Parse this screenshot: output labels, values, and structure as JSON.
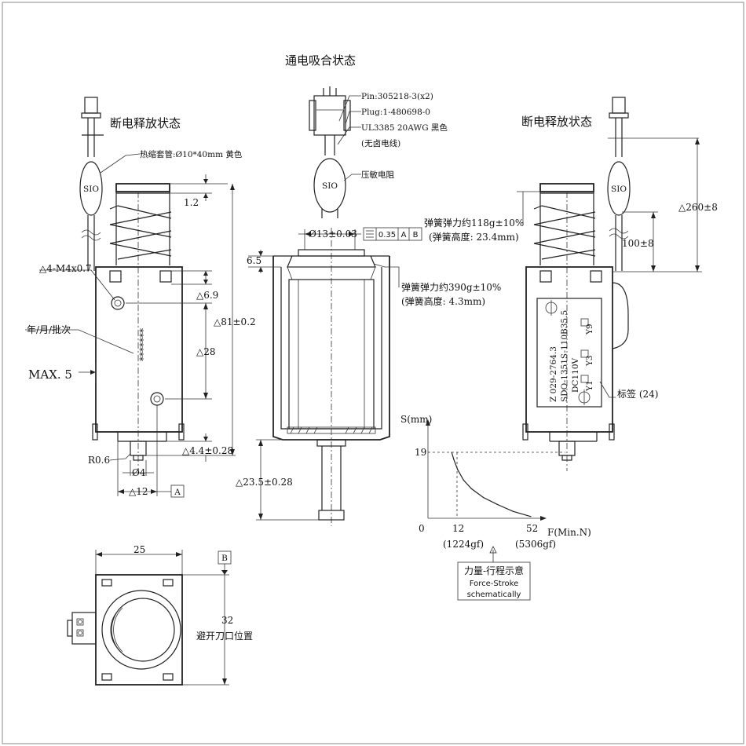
{
  "titles": {
    "center_state": "通电吸合状态",
    "left_state": "断电释放状态",
    "right_state": "断电释放状态"
  },
  "connector": {
    "pin": "Pin:305218-3(x2)",
    "plug": "Plug:1-480698-0",
    "wire": "UL3385 20AWG 黑色",
    "wire_note": "(无卤电线)",
    "varistor": "压敏电阻",
    "sio": "SIO"
  },
  "left_view": {
    "heat_shrink": "热缩套管:Ø10*40mm 黄色",
    "sio": "SIO",
    "dim_1_2": "1.2",
    "dim_81": "△81±0.2",
    "thread": "△4-M4x0.7",
    "dim_6_9": "△6.9",
    "date_code": "年/月/批次",
    "dim_28": "△28",
    "max5": "MAX. 5",
    "dim_4_4": "△4.4±0.28",
    "r06": "R0.6",
    "dia4": "Ø4",
    "dim_12": "△12",
    "datum_a": "A",
    "stars": "*******"
  },
  "center_view": {
    "dia13": "Ø13±0.03",
    "flatness": "0.35",
    "datum_a": "A",
    "datum_b": "B",
    "dim_6_5": "6.5",
    "dim_23_5": "△23.5±0.28",
    "spring2_force": "弹簧弹力约390g±10%",
    "spring2_height": "(弹簧高度: 4.3mm)"
  },
  "right_view": {
    "spring1_force": "弹簧弹力约118g±10%",
    "spring1_height": "(弹簧高度: 23.4mm)",
    "dim_260": "△260±8",
    "dim_100": "100±8",
    "sio": "SIO",
    "label_callout": "标签 (24)",
    "label_line1": "Z 029-2764.3",
    "label_line2": "SDO-1351S-110B35.5",
    "label_line3": "DC110V",
    "opt_y9": "Y9",
    "opt_y3": "Y3",
    "opt_y1": "Y1"
  },
  "bottom_view": {
    "dim_25": "25",
    "datum_b": "B",
    "dim_32": "32",
    "note": "避开刀口位置"
  },
  "chart_data": {
    "type": "line",
    "title": "",
    "xlabel": "F(Min.N)",
    "ylabel": "S(mm)",
    "y_tick": "19",
    "x_ticks": [
      "0",
      "12",
      "52"
    ],
    "x_tick_notes": [
      "(1224gf)",
      "(5306gf)"
    ],
    "x": [
      12,
      13,
      15,
      18,
      22,
      28,
      35,
      43,
      52
    ],
    "series": [
      {
        "values": [
          19,
          17,
          14,
          11,
          8.5,
          6,
          4,
          2,
          0.5
        ]
      }
    ],
    "legend_title": "力量-行程示意",
    "legend_line1": "Force-Stroke",
    "legend_line2": "schematically"
  }
}
